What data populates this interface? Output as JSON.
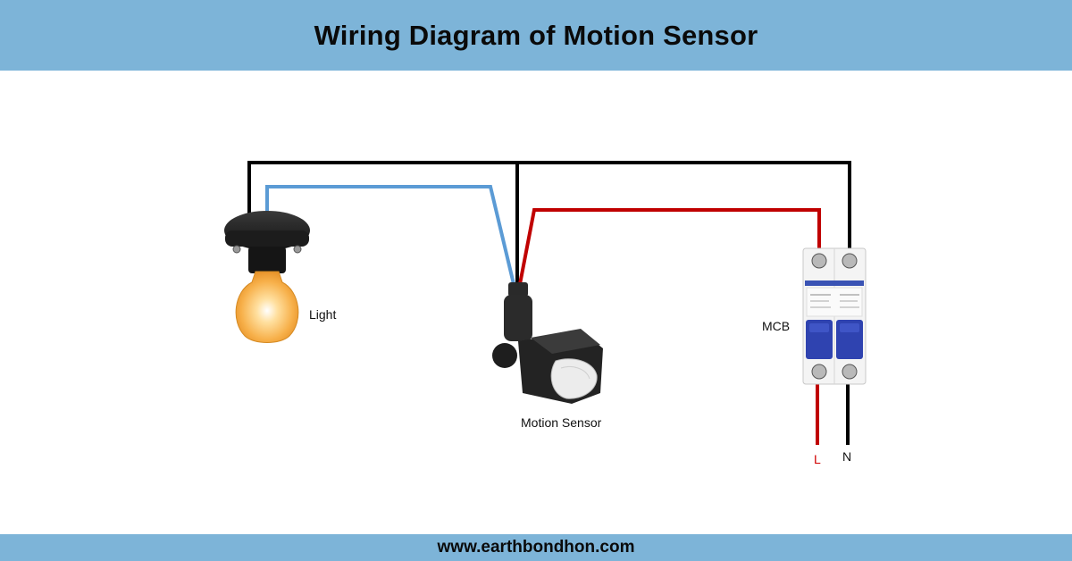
{
  "header": {
    "title": "Wiring Diagram of Motion Sensor"
  },
  "footer": {
    "website": "www.earthbondhon.com"
  },
  "labels": {
    "light": "Light",
    "motion_sensor": "Motion Sensor",
    "mcb": "MCB",
    "live": "L",
    "neutral": "N"
  },
  "wire_colors": {
    "neutral": "#000000",
    "switched_live": "#5b9bd5",
    "live": "#c00000"
  },
  "theme": {
    "band": "#7db4d8"
  }
}
